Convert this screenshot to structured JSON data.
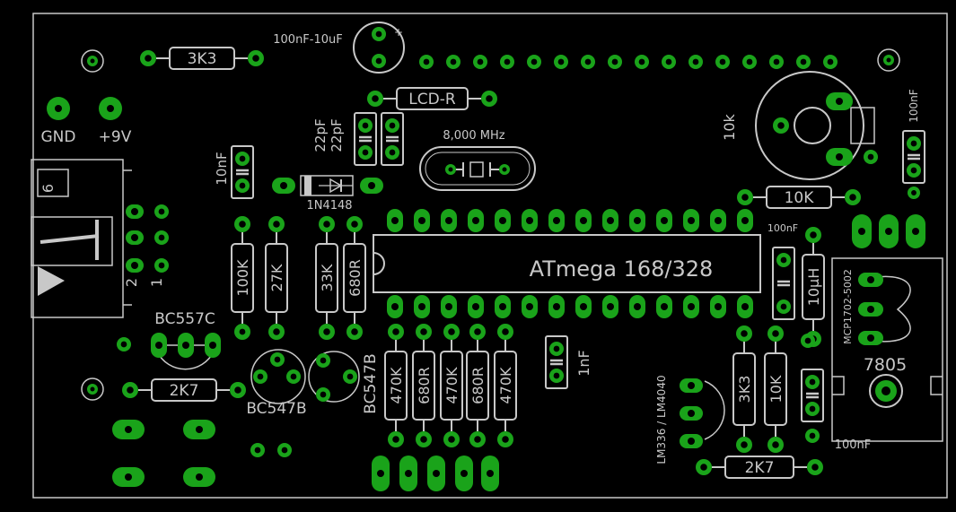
{
  "labels": {
    "gnd": "GND",
    "v9": "+9V",
    "r_3k3_top": "3K3",
    "cap_elec": "100nF-10uF",
    "lcd_r": "LCD-R",
    "cap_22pf_a": "22pF",
    "cap_22pf_b": "22pF",
    "crystal": "8,000 MHz",
    "cap_10nf": "10nF",
    "diode": "1N4148",
    "pot": "10k",
    "cap_100nf_right": "100nF",
    "r_10k_right": "10K",
    "cap_100nf_mid": "100nF",
    "inductor": "10µH",
    "vreg_small": "MCP1702-5002",
    "vreg": "7805",
    "cap_100nf_bottom": "100nF",
    "mcu": "ATmega 168/328",
    "conn_num": "6",
    "conn_pin2": "2",
    "conn_pin1": "1",
    "r_100k": "100K",
    "r_27k": "27K",
    "r_33k": "33K",
    "r_680r_a": "680R",
    "bc557": "BC557C",
    "bc547_a": "BC547B",
    "bc547_b": "BC547B",
    "r_2k7_left": "2K7",
    "r_470k_a": "470K",
    "r_680r_b": "680R",
    "r_470k_b": "470K",
    "r_680r_c": "680R",
    "r_470k_c": "470K",
    "cap_1nf": "1nF",
    "lm336": "LM336 / LM4040",
    "r_3k3_bottom": "3K3",
    "r_10k_bottom": "10K",
    "r_2k7_bottom": "2K7"
  },
  "colors": {
    "background": "#000000",
    "silkscreen": "#c8c8c8",
    "pad": "#1aa31a",
    "drill": "#000000"
  }
}
